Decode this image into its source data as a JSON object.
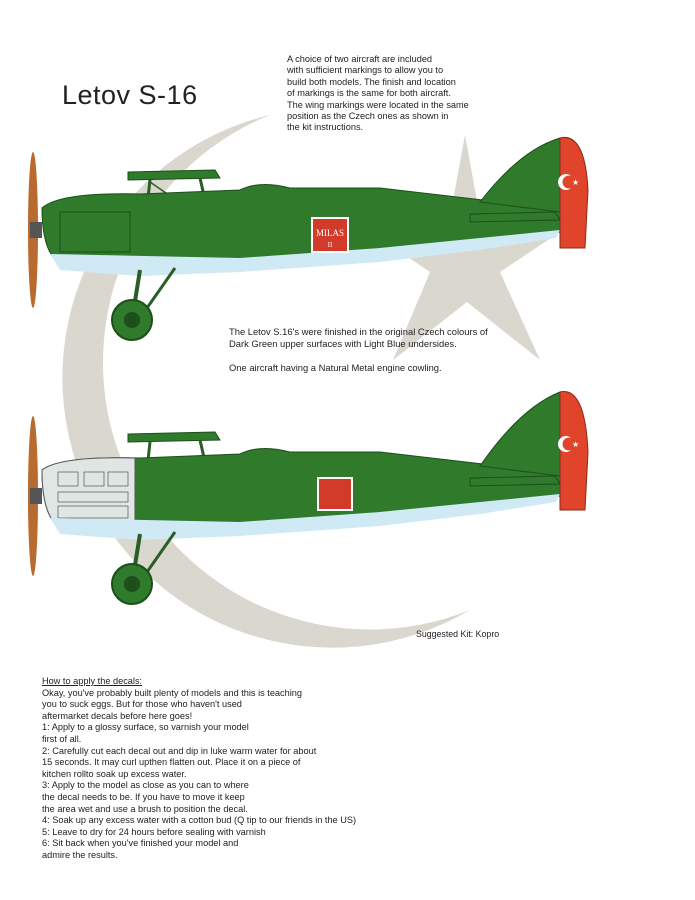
{
  "document": {
    "title": "Letov S-16",
    "intro_lines": [
      "A choice of two aircraft are included",
      "with sufficient markings to allow you to",
      "build both models. The finish and location",
      "of markings is the same for both aircraft.",
      "The wing markings were located in the same",
      "position as the Czech ones as shown in",
      "the kit instructions."
    ],
    "finish_text_1_lines": [
      "The Letov S.16's were finished in the original Czech colours of",
      "Dark Green upper surfaces with Light Blue undersides."
    ],
    "finish_text_2": "One aircraft having a Natural Metal engine cowling.",
    "suggested_kit": "Suggested Kit: Kopro",
    "howto": {
      "heading": "How to apply the decals:",
      "lines": [
        "Okay, you've probably built plenty of models and this is teaching",
        "you to suck eggs. But for those who haven't used",
        "aftermarket decals before here goes!",
        "1: Apply to a glossy surface, so varnish your model",
        "first of all.",
        "2: Carefully cut each decal out and dip in luke warm water for about",
        "15 seconds. It may curl upthen flatten out. Place it on a piece of",
        "kitchen rollto soak up excess water.",
        "3: Apply to the model as close as you can to where",
        "the decal needs to be. If you have to move it keep",
        "the area wet and use a brush to position the decal.",
        "4: Soak up any excess water with a cotton bud (Q tip to our friends in the US)",
        "5: Leave to dry for 24 hours before sealing with varnish",
        "6: Sit back when you've finished your model and",
        "admire the results."
      ]
    },
    "aircraft": [
      {
        "fuselage_marking_text": "MILAS",
        "fuselage_marking_sub": "II",
        "cowling": "Dark Green"
      },
      {
        "fuselage_marking_text": "",
        "fuselage_marking_sub": "",
        "cowling": "Natural Metal"
      }
    ]
  },
  "colors": {
    "dark_green": "#2f7a2b",
    "light_blue": "#cfeaf5",
    "rudder_red": "#e0442a",
    "metal": "#dfe6e4",
    "emblem_gray": "#d9d6cd",
    "propeller": "#b96a2e"
  },
  "icons": [
    "crescent-star-icon"
  ]
}
